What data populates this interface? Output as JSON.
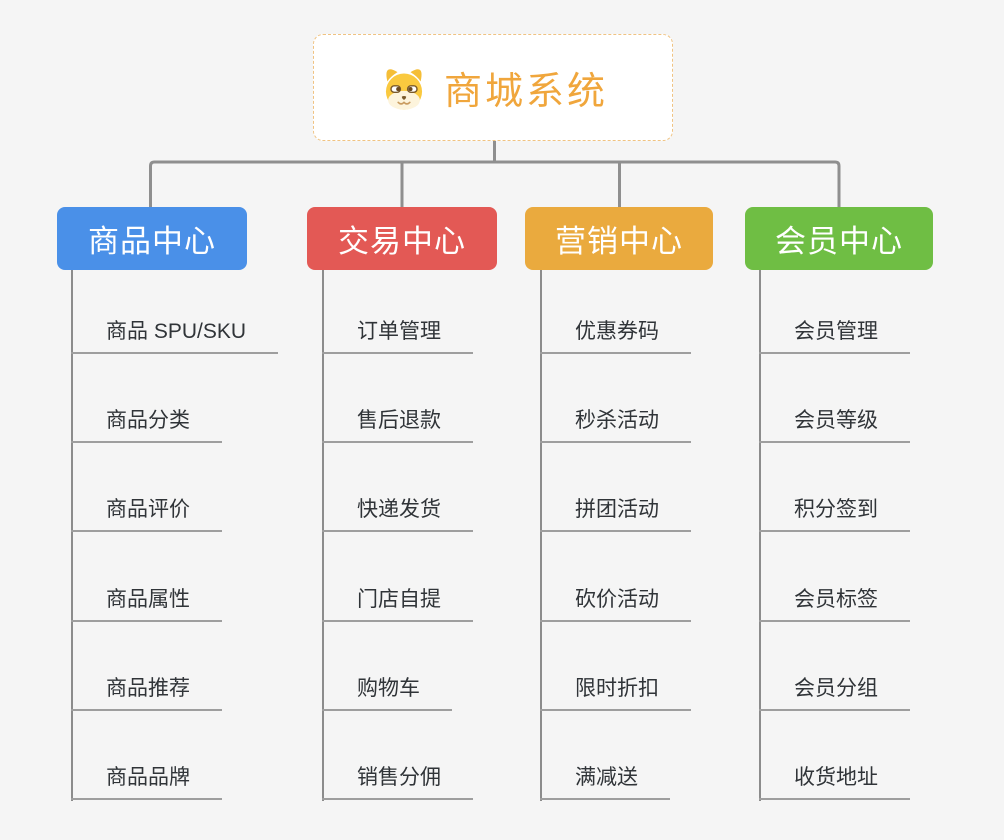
{
  "root": {
    "title": "商城系统",
    "icon": "dog-icon"
  },
  "colors": {
    "background": "#f5f5f5",
    "root_border": "#f0c382",
    "root_title": "#f0a63c",
    "connector": "#8f8f8f",
    "child_line": "#8c8c8c",
    "item_underline": "#9e9e9e",
    "item_text": "#303438"
  },
  "branches": [
    {
      "title": "商品中心",
      "color": "#4a90e8",
      "items": [
        "商品 SPU/SKU",
        "商品分类",
        "商品评价",
        "商品属性",
        "商品推荐",
        "商品品牌"
      ]
    },
    {
      "title": "交易中心",
      "color": "#e35955",
      "items": [
        "订单管理",
        "售后退款",
        "快递发货",
        "门店自提",
        "购物车",
        "销售分佣"
      ]
    },
    {
      "title": "营销中心",
      "color": "#eaaa3e",
      "items": [
        "优惠券码",
        "秒杀活动",
        "拼团活动",
        "砍价活动",
        "限时折扣",
        "满减送"
      ]
    },
    {
      "title": "会员中心",
      "color": "#6fbe44",
      "items": [
        "会员管理",
        "会员等级",
        "积分签到",
        "会员标签",
        "会员分组",
        "收货地址"
      ]
    }
  ]
}
